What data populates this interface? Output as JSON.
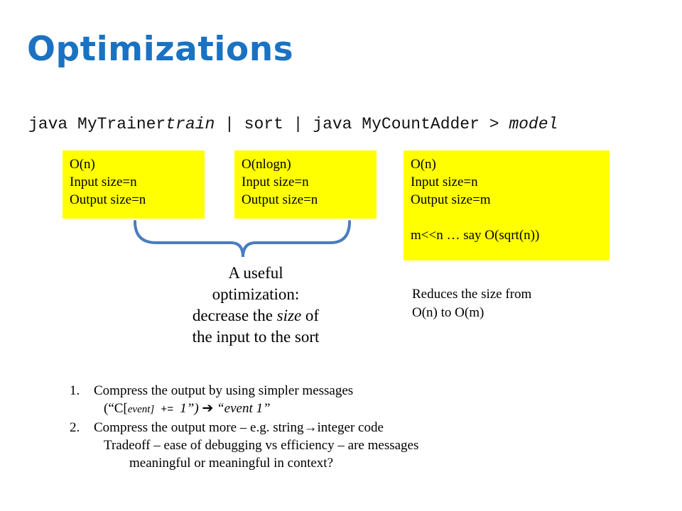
{
  "title": "Optimizations",
  "command": {
    "part1": "java MyTrainer",
    "part2": "train",
    "part3": " | sort | java MyCountAdder > ",
    "part4": "model"
  },
  "boxes": [
    {
      "line1": "O(n)",
      "line2": "Input size=n",
      "line3": "Output size=n"
    },
    {
      "line1": "O(nlogn)",
      "line2": "Input size=n",
      "line3": "Output size=n"
    },
    {
      "line1": "O(n)",
      "line2": "Input size=n",
      "line3": "Output size=m",
      "line4": "m<<n … say O(sqrt(n))"
    }
  ],
  "brace_note": {
    "line1": "A useful",
    "line2": "optimization:",
    "line3a": "decrease the ",
    "line3b": "size",
    "line3c": " of",
    "line4": "the input to the sort"
  },
  "reduces": {
    "line1": "Reduces the size from",
    "line2": "O(n) to O(m)"
  },
  "list": {
    "item1_num": "1.",
    "item1_text": "Compress the output by using simpler messages",
    "item1_sub_a": "(“C[",
    "item1_sub_b": "event]",
    "item1_sub_c": " += ",
    "item1_sub_d": "1”) ",
    "item1_arrow": "➔",
    "item1_sub_e": " “event 1”",
    "item2_num": "2.",
    "item2_text_a": "Compress the output more – e.g. string",
    "item2_arrow": "→",
    "item2_text_b": "integer code",
    "tradeoff1": "Tradeoff – ease of debugging vs efficiency – are messages",
    "tradeoff2": "meaningful or meaningful in context?"
  },
  "colors": {
    "title": "#1a72c2",
    "box_fill": "#ffff00",
    "brace": "#4a7dbf"
  }
}
